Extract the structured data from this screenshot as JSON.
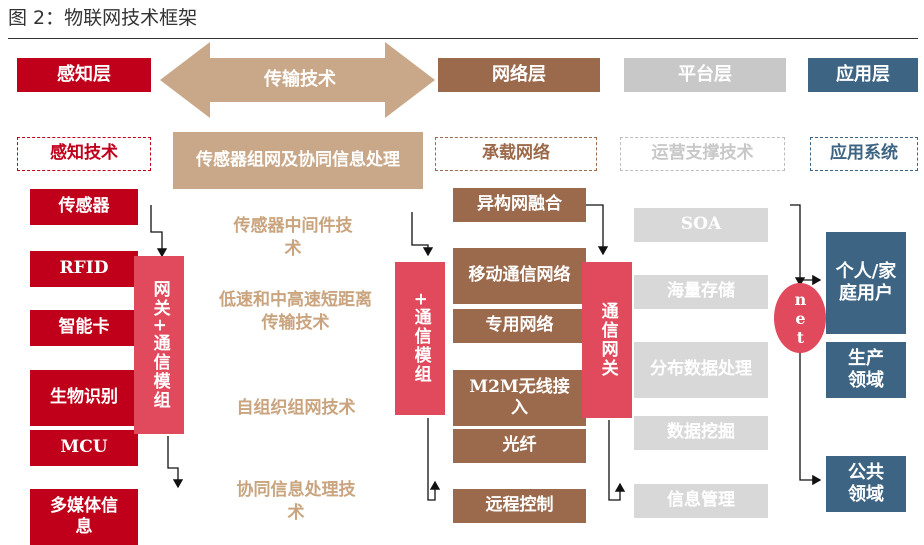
{
  "caption": "图 2：物联网技术框架",
  "top_row": {
    "perception_layer": "感知层",
    "transmission_tech": "传输技术",
    "network_layer": "网络层",
    "platform_layer": "平台层",
    "application_layer": "应用层"
  },
  "second_row": {
    "perception_tech": "感知技术",
    "sensor_network": "传感器组网及协同信息处理",
    "carrier_network": "承载网络",
    "ops_support": "运营支撑技术",
    "app_system": "应用系统"
  },
  "perception_items": [
    "传感器",
    "RFID",
    "智能卡",
    "生物识别",
    "MCU",
    "多媒体信息"
  ],
  "gateway_left": "网关+通信模组",
  "transmission_items": [
    "传感器中间件技术",
    "低速和中高速短距离传输技术",
    "自组织组网技术",
    "协同信息处理技术"
  ],
  "comm_module": "+通信模组",
  "network_items": [
    "异构网融合",
    "移动通信网络",
    "专用网络",
    "M2M无线接入",
    "光纤",
    "远程控制"
  ],
  "comm_gateway": "通信网关",
  "platform_items": [
    "SOA",
    "海量存储",
    "分布数据处理",
    "数据挖掘",
    "信息管理"
  ],
  "net_oval": "net",
  "app_items": [
    "个人/家庭用户",
    "生产领域",
    "公共领域"
  ],
  "colors": {
    "red": "#c0001a",
    "brown": "#9b6a4c",
    "tan": "#c9a889",
    "grey": "#c8c8c8",
    "blue": "#3d6483",
    "pink": "#e04a5c"
  }
}
